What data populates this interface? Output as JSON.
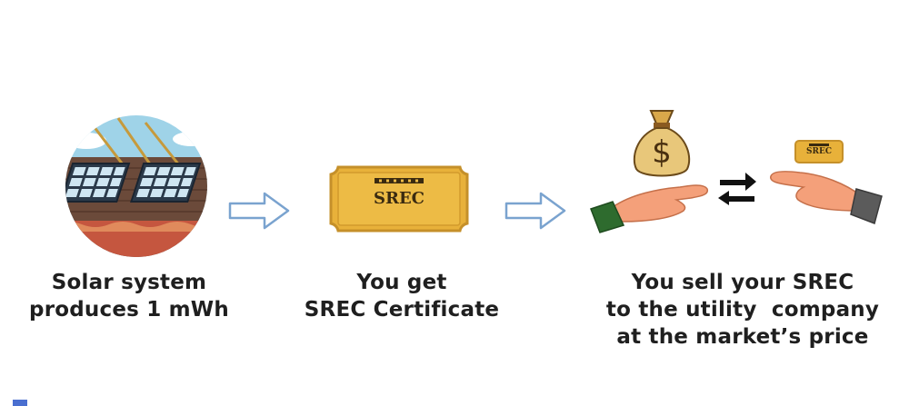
{
  "steps": [
    {
      "icon": "solar-panel-roof-icon",
      "caption_lines": [
        "Solar system",
        "produces 1 mWh"
      ]
    },
    {
      "icon": "srec-certificate-icon",
      "certificate_label": "SREC",
      "caption_lines": [
        "You get",
        "SREC Certificate"
      ]
    },
    {
      "icon": "money-exchange-icon",
      "money_symbol": "$",
      "certificate_label": "SREC",
      "caption_lines": [
        "You sell your SREC",
        "to the utility  company",
        "at the market’s price"
      ]
    }
  ],
  "colors": {
    "certificate_gold": "#e8b13a",
    "certificate_border": "#c5902a",
    "arrow_outline": "#7aa3cf",
    "hand_skin": "#f4a07a",
    "sleeve_green": "#2e6b2e",
    "sleeve_gray": "#5b5b5b",
    "exchange_arrows": "#111111"
  }
}
